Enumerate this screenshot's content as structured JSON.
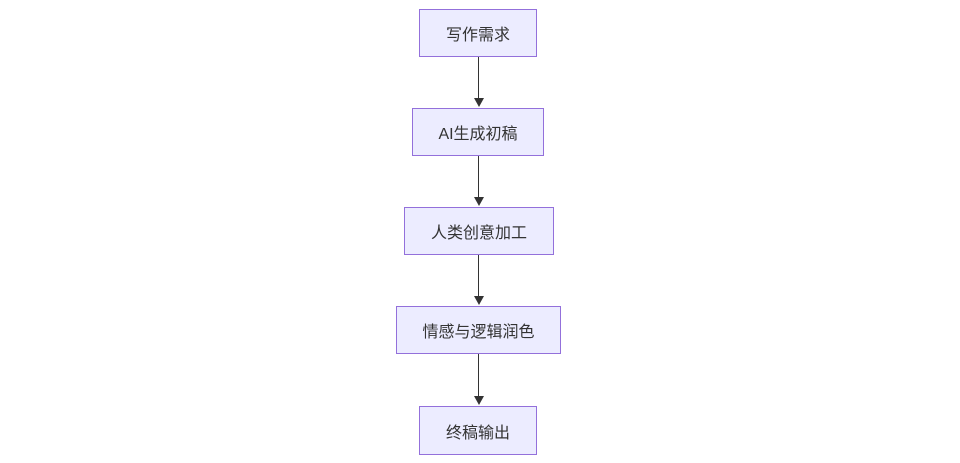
{
  "diagram": {
    "type": "flowchart",
    "direction": "top-down",
    "nodes": [
      {
        "id": "step-1",
        "label": "写作需求"
      },
      {
        "id": "step-2",
        "label": "AI生成初稿"
      },
      {
        "id": "step-3",
        "label": "人类创意加工"
      },
      {
        "id": "step-4",
        "label": "情感与逻辑润色"
      },
      {
        "id": "step-5",
        "label": "终稿输出"
      }
    ],
    "edges": [
      {
        "from": "写作需求",
        "to": "AI生成初稿"
      },
      {
        "from": "AI生成初稿",
        "to": "人类创意加工"
      },
      {
        "from": "人类创意加工",
        "to": "情感与逻辑润色"
      },
      {
        "from": "情感与逻辑润色",
        "to": "终稿输出"
      }
    ],
    "colors": {
      "node_fill": "#ECECFF",
      "node_border": "#9370DB",
      "arrow": "#333333",
      "text": "#333333",
      "background": "#FFFFFF"
    }
  }
}
